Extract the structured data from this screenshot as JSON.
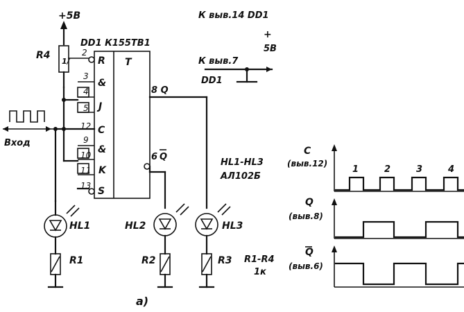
{
  "schematic": {
    "supply_label": "+5В",
    "chip_ref": "DD1 К155ТВ1",
    "trigger_type": "T",
    "pins": {
      "R": "R",
      "amp1": "&",
      "J": "J",
      "C": "C",
      "amp2": "&",
      "K": "K",
      "S": "S",
      "n2": "2",
      "n3": "3",
      "n4": "4",
      "n5": "5",
      "n12": "12",
      "n9": "9",
      "n10": "10",
      "n11": "11",
      "n13": "13",
      "out_q": "8 Q",
      "out_qbar_num": "6",
      "out_qbar": "Q"
    },
    "power_note_1": "К выв.14 DD1",
    "power_note_2": "К выв.7",
    "power_note_plus": "+",
    "power_note_5v": "5В",
    "power_note_dd1": "DD1",
    "input_label": "Вход",
    "r4": "R4",
    "r1": "R1",
    "r2": "R2",
    "r3": "R3",
    "r_value_1": "R1-R4",
    "r_value_2": "1к",
    "hl1": "HL1",
    "hl2": "HL2",
    "hl3": "HL3",
    "led_part_1": "HL1-HL3",
    "led_part_2": "АЛ102Б",
    "figure_label": "а)"
  },
  "timing": {
    "c_label": "C",
    "c_pin": "(выв.12)",
    "q_label": "Q",
    "q_pin": "(выв.8)",
    "qbar_label": "Q",
    "qbar_pin": "(выв.6)",
    "pulse_numbers": [
      "1",
      "2",
      "3",
      "4"
    ]
  }
}
